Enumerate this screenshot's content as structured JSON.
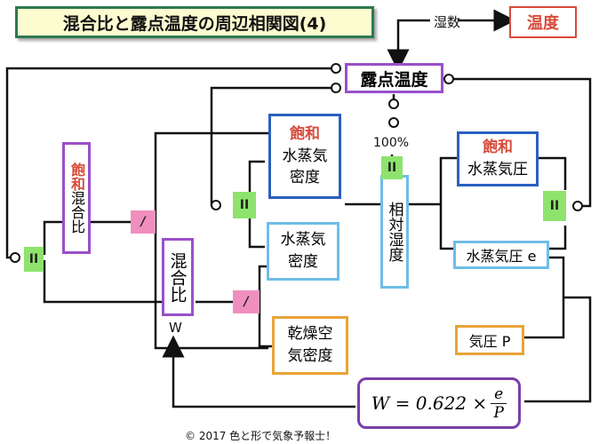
{
  "title": "混合比と露点温度の周辺相関図(4)",
  "top_right": {
    "humidity": "湿数",
    "temperature": "温度"
  },
  "dew_point": "露点温度",
  "percent_100": "100%",
  "equal_symbol": "II",
  "ratio_symbol": "/",
  "boxes": {
    "saturation_mixing_ratio": {
      "top": "飽和",
      "bottom": "混合比"
    },
    "mixing_ratio": {
      "text": "混合比",
      "symbol": "W"
    },
    "saturation_vapor_density": {
      "top": "飽和",
      "line1": "水蒸気",
      "line2": "密度"
    },
    "vapor_density": {
      "line1": "水蒸気",
      "line2": "密度"
    },
    "dry_air_density": {
      "line1": "乾燥空",
      "line2": "気密度"
    },
    "relative_humidity": "相対湿度",
    "saturation_vapor_pressure": {
      "top": "飽和",
      "line1": "水蒸気圧"
    },
    "vapor_pressure": "水蒸気圧 e",
    "pressure": "気圧 P"
  },
  "formula": {
    "lhs": "W = 0.622 ×",
    "numerator": "e",
    "denominator": "P"
  },
  "copyright": "© 2017 色と形で気象予報士！",
  "colors": {
    "title_border": "#2d7a4e",
    "title_bg": "#fdfbd0",
    "red": "#d84a3a",
    "purple": "#9a4fc9",
    "blue": "#2a5fc0",
    "light_blue": "#6fbde8",
    "orange": "#e8a438",
    "green": "#8ee36d",
    "pink": "#f08fbf"
  }
}
